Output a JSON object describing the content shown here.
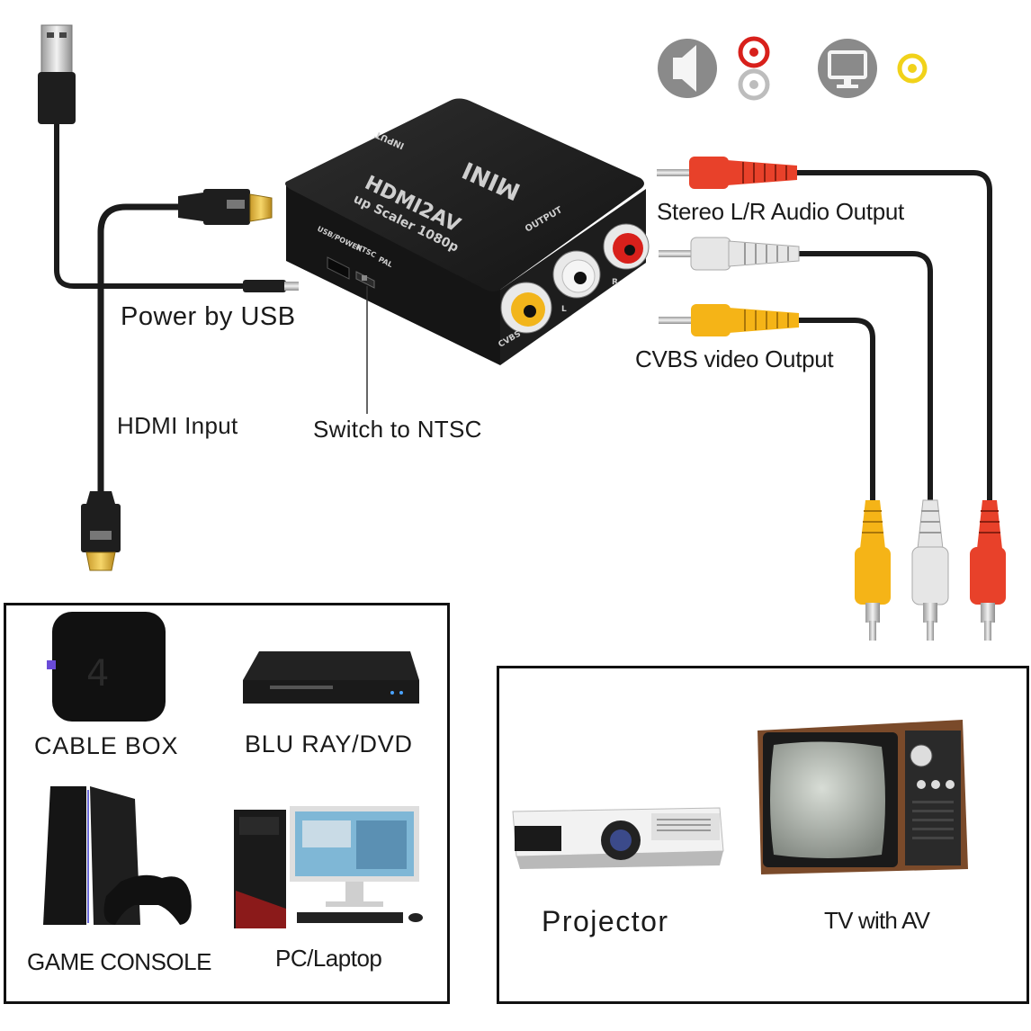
{
  "adapter": {
    "brand": "MINI",
    "model": "HDMI2AV",
    "subtitle": "up Scaler 1080p",
    "port_input": "INPUT",
    "port_output": "OUTPUT",
    "port_usb": "USB/POWER",
    "switch_ntsc": "NTSC",
    "switch_pal": "PAL",
    "jack_cvbs": "CVBS",
    "jack_l": "L",
    "jack_r": "R"
  },
  "callouts": {
    "power": "Power by USB",
    "hdmi_input": "HDMI Input",
    "switch": "Switch to NTSC",
    "audio": "Stereo L/R Audio Output",
    "video": "CVBS video Output"
  },
  "sources": {
    "cable_box": "CABLE BOX",
    "bluray": "BLU RAY/DVD",
    "game_console": "GAME CONSOLE",
    "pc": "PC/Laptop"
  },
  "outputs": {
    "projector": "Projector",
    "tv": "TV with AV"
  },
  "icons": [
    "speaker-icon",
    "audio-jack-icon",
    "monitor-icon",
    "video-jack-icon"
  ],
  "colors": {
    "red_plug": "#e8412a",
    "white_plug": "#e6e6e6",
    "yellow_plug": "#f5b417",
    "device_body": "#1c1c1c",
    "icon_grey": "#8a8a8a"
  }
}
